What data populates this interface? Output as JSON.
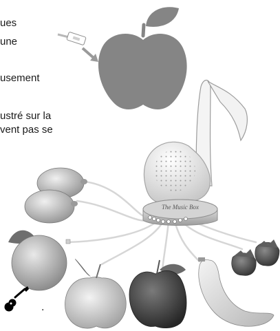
{
  "text_fragments": [
    "ues",
    "une",
    "usement",
    "ustré sur la",
    "vent pas se",
    "."
  ],
  "device": {
    "engraving": "The Music Box"
  },
  "colors": {
    "apple_silhouette": "#858585",
    "text": "#1a1a1a",
    "cable": "#d9d9d9",
    "speaker": "#f2f2f2"
  },
  "icons": [
    "usb-plug-icon",
    "apple-silhouette-icon",
    "guitar-icon"
  ],
  "fruits": [
    "lemon",
    "lemon",
    "orange",
    "peach",
    "apple",
    "banana",
    "strawberries"
  ]
}
